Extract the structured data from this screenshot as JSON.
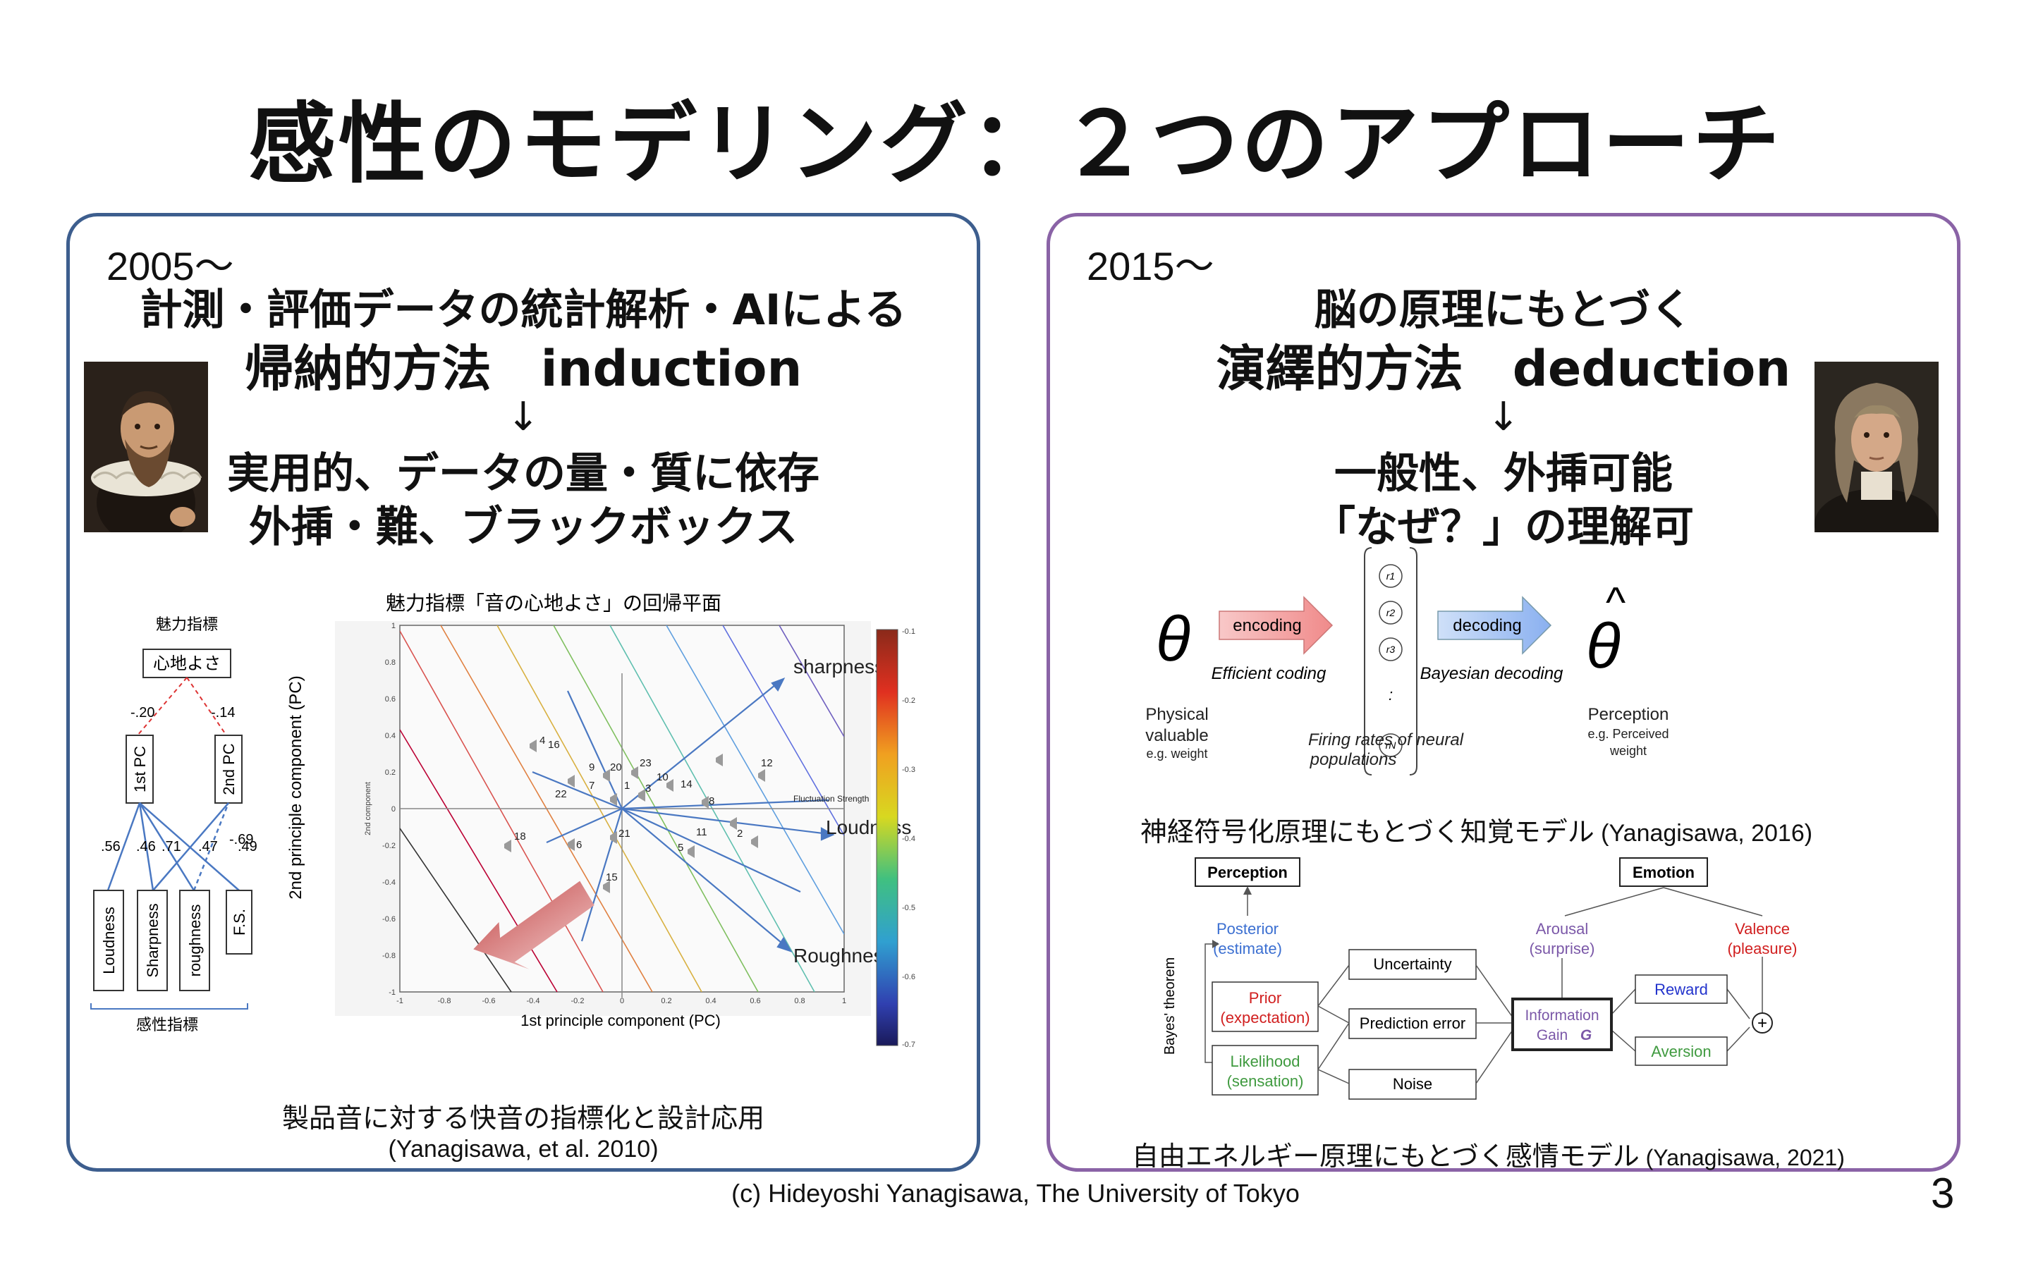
{
  "slide_title": "感性のモデリング：２つのアプローチ",
  "left": {
    "year": "2005〜",
    "line1": "計測・評価データの統計解析・AIによる",
    "line2": "帰納的方法　induction",
    "arrow": "↓",
    "line3": "実用的、データの量・質に依存",
    "line4": "外挿・難、ブラックボックス",
    "caption1": "製品音に対する快音の指標化と設計応用",
    "caption2": "(Yanagisawa, et al. 2010)",
    "path": {
      "top_label": "魅力指標",
      "top_box": "心地よさ",
      "coef_left": "-.20",
      "coef_right": "-.14",
      "pc1": "1st PC",
      "pc2": "2nd PC",
      "coef_69": "-.69",
      "coefs": [
        ".56",
        ".46",
        ".71",
        ".47",
        ".49"
      ],
      "boxes": [
        "Loudness",
        "Sharpness",
        "roughness",
        "F.S."
      ],
      "bottom_label": "感性指標"
    },
    "plot": {
      "title": "魅力指標「音の心地よさ」の回帰平面",
      "xlabel": "1st principle component (PC)",
      "ylabel": "2nd principle component (PC)",
      "small_ylabel": "2nd component",
      "x_ticks": [
        "-1",
        "-0.8",
        "-0.6",
        "-0.4",
        "-0.2",
        "0",
        "0.2",
        "0.4",
        "0.6",
        "0.8",
        "1"
      ],
      "y_ticks": [
        "1",
        "0.8",
        "0.6",
        "0.4",
        "0.2",
        "0",
        "-0.2",
        "-0.4",
        "-0.6",
        "-0.8",
        "-1"
      ],
      "colorbar_ticks": [
        "-0.1",
        "-0.2",
        "-0.3",
        "-0.4",
        "-0.5",
        "-0.6",
        "-0.7"
      ],
      "vector_labels": [
        "sharpness",
        "Fluctuation Strength",
        "Loudness",
        "Roughness"
      ],
      "point_labels": [
        "4",
        "16",
        "9",
        "20",
        "23",
        "7",
        "22",
        "1",
        "10",
        "14",
        "12",
        "3",
        "8",
        "18",
        "6",
        "21",
        "11",
        "2",
        "5",
        "15"
      ]
    }
  },
  "right": {
    "year": "2015〜",
    "line1": "脳の原理にもとづく",
    "line2": "演繹的方法　deduction",
    "arrow": "↓",
    "line3": "一般性、外挿可能",
    "line4": "「なぜ？」の理解可",
    "coding": {
      "theta": "θ",
      "theta_hat": "θ",
      "hat": "^",
      "encoding": "encoding",
      "decoding": "decoding",
      "efficient": "Efficient coding",
      "bayesian": "Bayesian decoding",
      "neurons": [
        "r1",
        "r2",
        "r3",
        ":",
        "rN"
      ],
      "physical1": "Physical",
      "physical2": "valuable",
      "physical3": "e.g. weight",
      "firing1": "Firing rates of neural",
      "firing2": "populations",
      "perception1": "Perception",
      "perception2": "e.g. Perceived",
      "perception3": "weight",
      "caption_jp": "神経符号化原理にもとづく知覚モデル",
      "caption_ref": " (Yanagisawa, 2016)"
    },
    "emotion": {
      "perception": "Perception",
      "emotion": "Emotion",
      "posterior1": "Posterior",
      "posterior2": "(estimate)",
      "arousal1": "Arousal",
      "arousal2": "(surprise)",
      "valence1": "Valence",
      "valence2": "(pleasure)",
      "bayes": "Bayes' theorem",
      "prior1": "Prior",
      "prior2": "(expectation)",
      "likelihood1": "Likelihood",
      "likelihood2": "(sensation)",
      "uncertainty": "Uncertainty",
      "prediction_error": "Prediction error",
      "noise": "Noise",
      "info1": "Information",
      "info2": "Gain ",
      "info_g": "G",
      "reward": "Reward",
      "aversion": "Aversion",
      "plus": "+",
      "caption_jp": "自由エネルギー原理にもとづく感情モデル",
      "caption_ref": " (Yanagisawa, 2021)"
    }
  },
  "footer": "(c) Hideyoshi Yanagisawa, The University of Tokyo",
  "page_number": "3",
  "colors": {
    "left_border": "#3d5e8e",
    "right_border": "#8a63a6",
    "blue_text": "#3b6fd1",
    "purple_text": "#7b58a8",
    "red_text": "#d11f1f",
    "green_text": "#3f9a3f"
  }
}
